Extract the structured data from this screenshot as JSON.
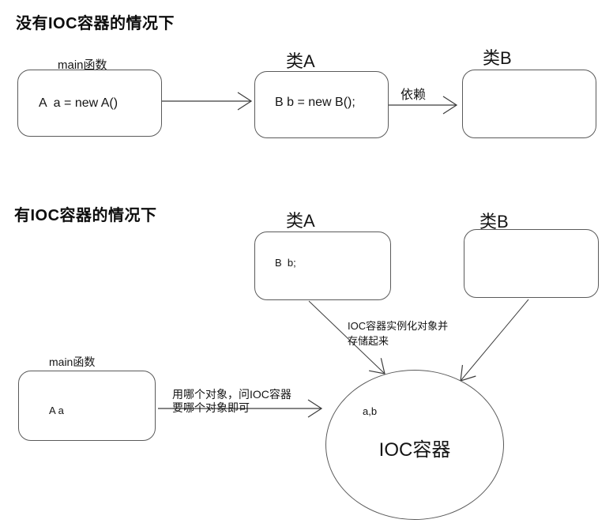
{
  "colors": {
    "background": "#ffffff",
    "text": "#141414",
    "line_stroke": "#3c3c3c",
    "box_border": "#5a5a5a"
  },
  "without_ioc": {
    "title": "没有IOC容器的情况下",
    "main_box_label": "main函数",
    "main_box_content": "A  a = new A()",
    "class_a_label": "类A",
    "class_a_content": "B b = new B();",
    "class_b_label": "类B",
    "dependency_arrow_label": "依赖"
  },
  "with_ioc": {
    "title": "有IOC容器的情况下",
    "class_a_label": "类A",
    "class_a_content": "B  b;",
    "class_b_label": "类B",
    "main_box_label": "main函数",
    "main_box_content": "A a",
    "store_arrow_label": [
      "IOC容器实例化对象并",
      "存储起来"
    ],
    "ask_arrow_label": [
      "用哪个对象，问IOC容器",
      "要哪个对象即可"
    ],
    "ioc_container_items": "a,b",
    "ioc_container_label": "IOC容器"
  }
}
